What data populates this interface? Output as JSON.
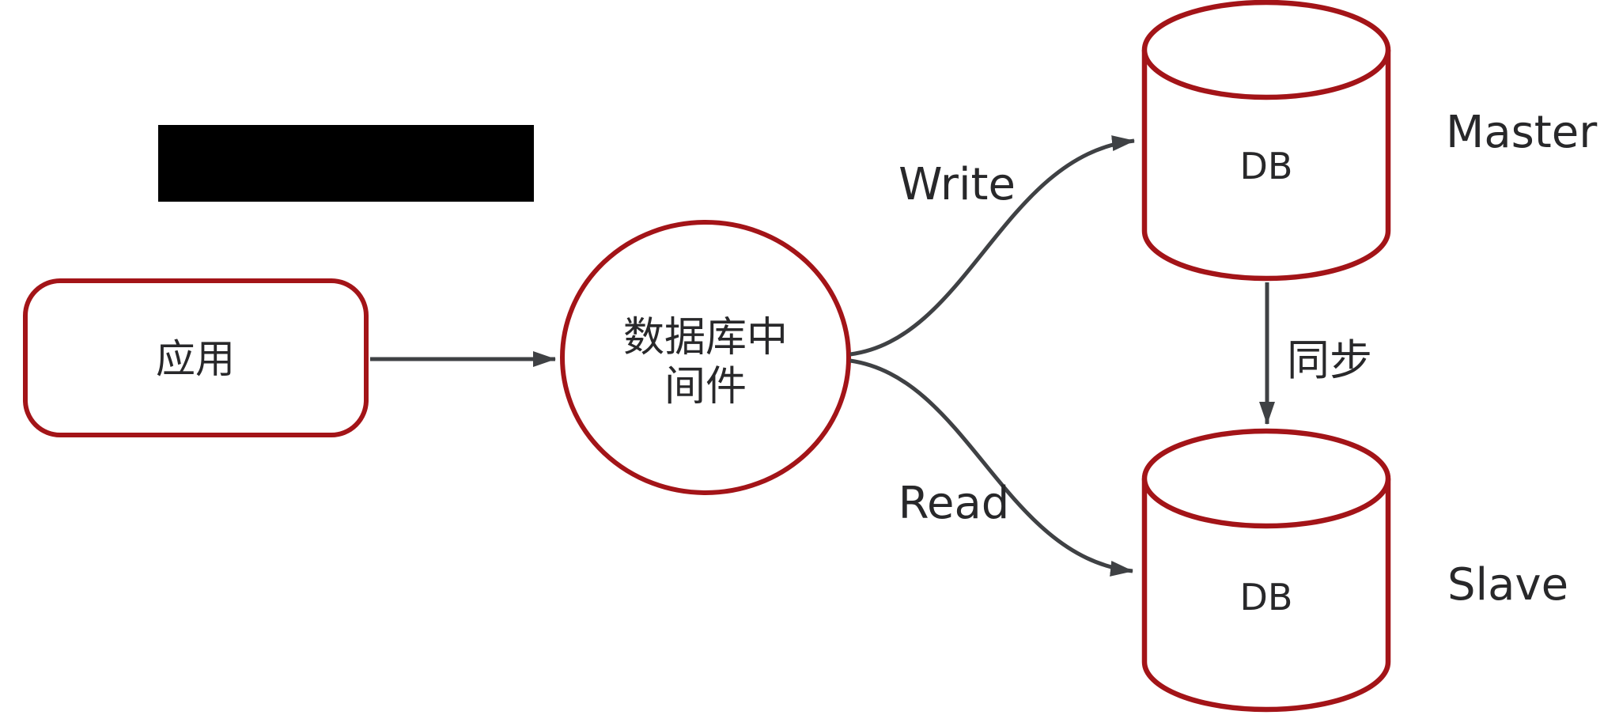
{
  "diagram": {
    "colors": {
      "background": "#ffffff",
      "accent_red": "#a31418",
      "arrow_gray": "#3f4144",
      "text_dark": "#28282a",
      "redaction_black": "#000000"
    },
    "nodes": {
      "app": {
        "label": "应用"
      },
      "middleware": {
        "label_line1": "数据库中",
        "label_line2": "间件"
      },
      "master_db": {
        "db_label": "DB",
        "role_label": "Master"
      },
      "slave_db": {
        "db_label": "DB",
        "role_label": "Slave"
      }
    },
    "edges": {
      "write": {
        "label": "Write"
      },
      "read": {
        "label": "Read"
      },
      "sync": {
        "label": "同步"
      }
    }
  }
}
